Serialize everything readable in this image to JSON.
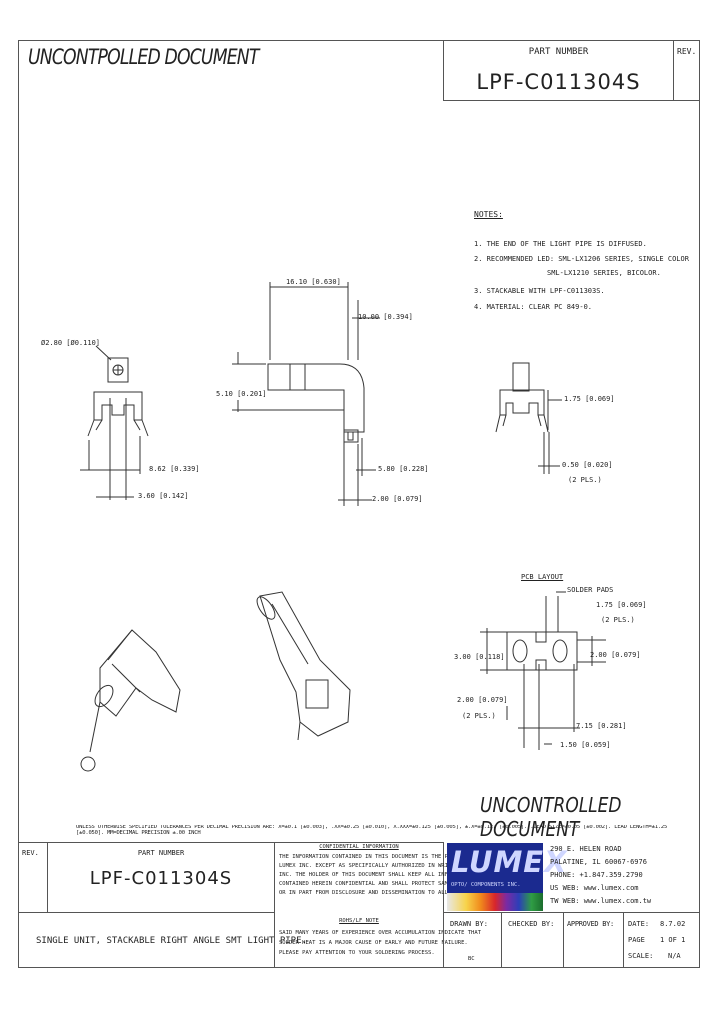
{
  "header": {
    "watermark_top": "UNCONTPOLLED DOCUMENT",
    "part_number_label": "PART NUMBER",
    "part_number": "LPF-C011304S",
    "rev_label": "REV."
  },
  "notes": {
    "title": "NOTES:",
    "lines": [
      "1. THE END OF THE LIGHT PIPE IS DIFFUSED.",
      "2. RECOMMENDED LED: SML-LX1206 SERIES, SINGLE COLOR",
      "SML-LX1210 SERIES, BICOLOR.",
      "3. STACKABLE WITH LPF-C011303S.",
      "4. MATERIAL: CLEAR PC 849-0."
    ]
  },
  "dimensions": {
    "d_2_80": "Ø2.80 [Ø0.110]",
    "d_16_10": "16.10 [0.630]",
    "d_10_00": "10.00 [0.394]",
    "d_5_10": "5.10 [0.201]",
    "d_8_62": "8.62 [0.339]",
    "d_3_60": "3.60 [0.142]",
    "d_5_80": "5.80 [0.228]",
    "d_2_00": "2.00 [0.079]",
    "d_1_75": "1.75 [0.069]",
    "d_0_50": "0.50 [0.020]",
    "d_0_50_pls": "(2 PLS.)"
  },
  "pcb": {
    "title": "PCB LAYOUT",
    "solder_pads": "SOLDER PADS",
    "d_1_75": "1.75 [0.069]",
    "d_1_75_pls": "(2 PLS.)",
    "d_3_00": "3.00 [0.118]",
    "d_2_00_right": "2.00 [0.079]",
    "d_2_00_left": "2.00 [0.079]",
    "d_2_00_left_pls": "(2 PLS.)",
    "d_7_15": "7.15 [0.281]",
    "d_1_50": "1.50 [0.059]"
  },
  "bottom": {
    "watermark": "UNCONTROLLED DOCUMENT",
    "tolerance_note": "UNLESS OTHERWISE SPECIFIED TOLERANCES PER DECIMAL PRECISION ARE: X=±0.1 [±0.003], .XX=±0.25 [±0.010], X.XXX=±0.125 [±0.005], ±.X=±0.127 [±0.005]. .LEAD SIZE=±0.05 [±0.002]. LEAD LENGTH=±1.25 [±0.050]. MM=DECIMAL PRECISION ±.00 INCH",
    "rev_label": "REV.",
    "part_number_label": "PART NUMBER",
    "part_number": "LPF-C011304S",
    "description": "SINGLE UNIT, STACKABLE RIGHT ANGLE SMT LIGHT PIPE.",
    "confidential_title": "CONFIDENTIAL INFORMATION",
    "confidential_lines": [
      "THE INFORMATION CONTAINED IN THIS DOCUMENT IS THE PROPERTY OF",
      "LUMEX INC. EXCEPT AS SPECIFICALLY AUTHORIZED IN WRITING BY LUMEX",
      "INC. THE HOLDER OF THIS DOCUMENT SHALL KEEP ALL INFORMATION",
      "CONTAINED HEREIN CONFIDENTIAL AND SHALL PROTECT SAME IN WHOLE",
      "OR IN PART FROM DISCLOSURE AND DISSEMINATION TO ALL THIRD PARTIES."
    ],
    "rohs_title": "ROHS/LF NOTE",
    "rohs_lines": [
      "SAID MANY YEARS OF EXPERIENCE OVER ACCUMULATION INDICATE THAT",
      "SOLDER HEAT IS A MAJOR CAUSE OF EARLY AND FUTURE FAILURE.",
      "PLEASE PAY ATTENTION TO YOUR SOLDERING PROCESS."
    ],
    "logo_text": "LUMEX",
    "logo_tagline": "OPTO/ COMPONENTS INC.",
    "address_lines": [
      "290 E. HELEN ROAD",
      "PALATINE, IL 60067-6976",
      "PHONE: +1.847.359.2790",
      "US WEB: www.lumex.com",
      "TW WEB: www.lumex.com.tw"
    ],
    "drawn_by_label": "DRAWN BY:",
    "drawn_by_value": "BC",
    "checked_by_label": "CHECKED BY:",
    "approved_by_label": "APPROVED BY:",
    "date_label": "DATE:",
    "date_value": "8.7.02",
    "page_label": "PAGE",
    "page_value": "1 OF 1",
    "scale_label": "SCALE:",
    "scale_value": "N/A"
  }
}
